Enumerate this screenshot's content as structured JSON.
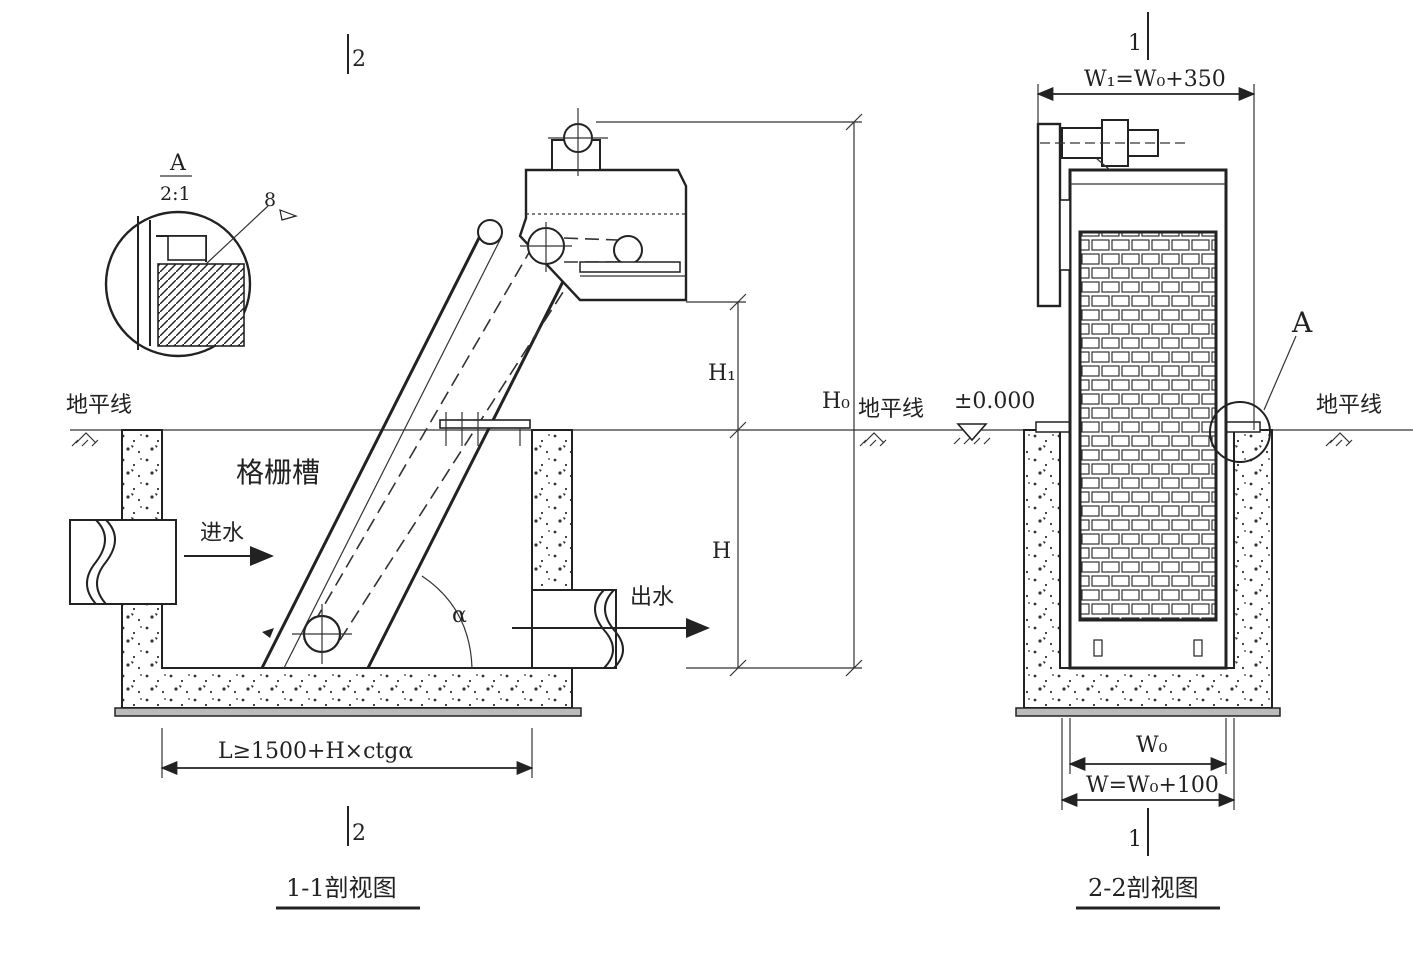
{
  "views": {
    "left_title": "1-1剖视图",
    "right_title": "2-2剖视图"
  },
  "section_marks": {
    "left_top": "2",
    "left_bottom": "2",
    "right_top": "1",
    "right_bottom": "1"
  },
  "labels": {
    "ground_line": "地平线",
    "channel": "格栅槽",
    "inlet": "进水",
    "outlet": "出水",
    "alpha": "α",
    "elevation": "±0.000"
  },
  "dimensions": {
    "L": "L≥1500+H×ctgα",
    "H": "H",
    "H1": "H₁",
    "H0": "H₀",
    "W1": "W₁=W₀+350",
    "W0": "W₀",
    "W": "W=W₀+100"
  },
  "detail": {
    "letter": "A",
    "scale": "2:1",
    "weld": "8",
    "callout": "A"
  }
}
